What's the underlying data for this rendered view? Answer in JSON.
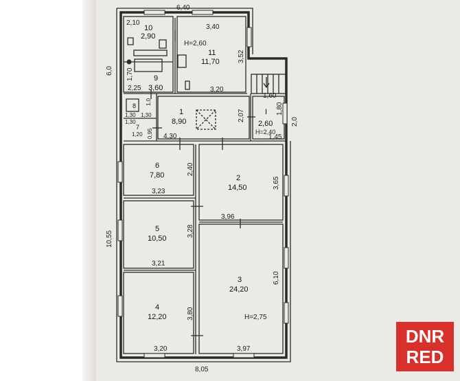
{
  "plan": {
    "overall_dims": {
      "top_width": "6,40",
      "left_upper_height": "6,0",
      "left_lower_height": "10,55",
      "bottom_width": "8,05",
      "right_entry_height": "2,0"
    },
    "rooms": [
      {
        "id": "room-1",
        "number": "1",
        "area": "8,90"
      },
      {
        "id": "room-2",
        "number": "2",
        "area": "14,50"
      },
      {
        "id": "room-3",
        "number": "3",
        "area": "24,20"
      },
      {
        "id": "room-4",
        "number": "4",
        "area": "12,20"
      },
      {
        "id": "room-5",
        "number": "5",
        "area": "10,50"
      },
      {
        "id": "room-6",
        "number": "6",
        "area": "7,80"
      },
      {
        "id": "room-7",
        "number": "7",
        "area": ""
      },
      {
        "id": "room-8",
        "number": "8",
        "area": ""
      },
      {
        "id": "room-9",
        "number": "9",
        "area": "3,60"
      },
      {
        "id": "room-10",
        "number": "10",
        "area": "2,90"
      },
      {
        "id": "room-11",
        "number": "11",
        "area": "11,70"
      },
      {
        "id": "room-I",
        "number": "I",
        "area": "2,60"
      }
    ],
    "inner_dims": {
      "r10_w": "2,10",
      "r11_w": "3,40",
      "r11_h": "3,52",
      "r9_h": "1,70",
      "r9_w": "2,25",
      "r11_bottom": "3,20",
      "r1_h": "2,07",
      "r1_w": "4,30",
      "ri_top": "1,60",
      "ri_h": "1,80",
      "ri_bottom": "1,45",
      "r8_a": "1,30",
      "r8_b": "1,30",
      "r8_c": "1,0",
      "r7_a": "1,30",
      "r7_b": "1,20",
      "r7_c": "0,95",
      "r6_h": "2,40",
      "r6_w": "3,23",
      "r2_h": "3,65",
      "r2_w": "3,96",
      "r5_h": "3,28",
      "r5_w": "3,21",
      "r3_h": "6,10",
      "r4_h": "3,80",
      "r4_w": "3,20",
      "r3_w": "3,97"
    },
    "heights": {
      "kitchen": "H=2,60",
      "entry": "H=2,40",
      "main": "H=2,75"
    }
  },
  "watermark": {
    "line1": "DNR",
    "line2": "RED"
  }
}
